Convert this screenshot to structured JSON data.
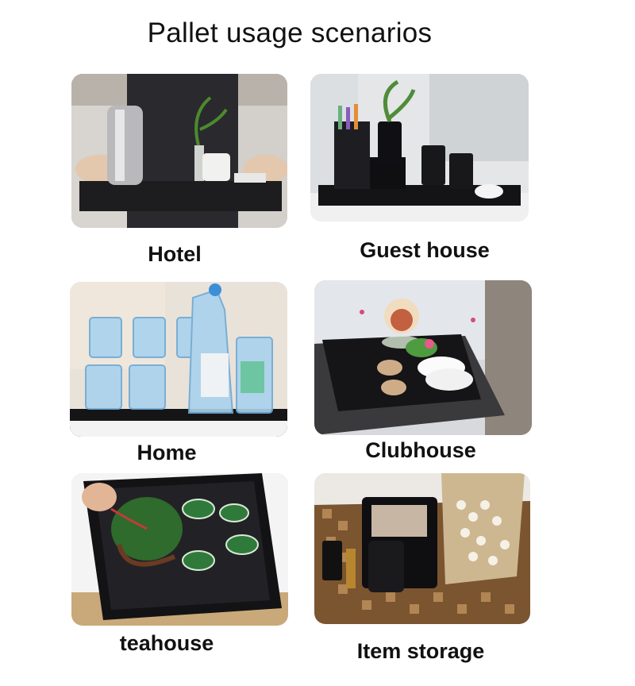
{
  "title": "Pallet usage scenarios",
  "scenarios": [
    {
      "caption": "Hotel"
    },
    {
      "caption": "Guest house"
    },
    {
      "caption": "Home"
    },
    {
      "caption": "Clubhouse"
    },
    {
      "caption": "teahouse"
    },
    {
      "caption": "Item storage"
    }
  ]
}
